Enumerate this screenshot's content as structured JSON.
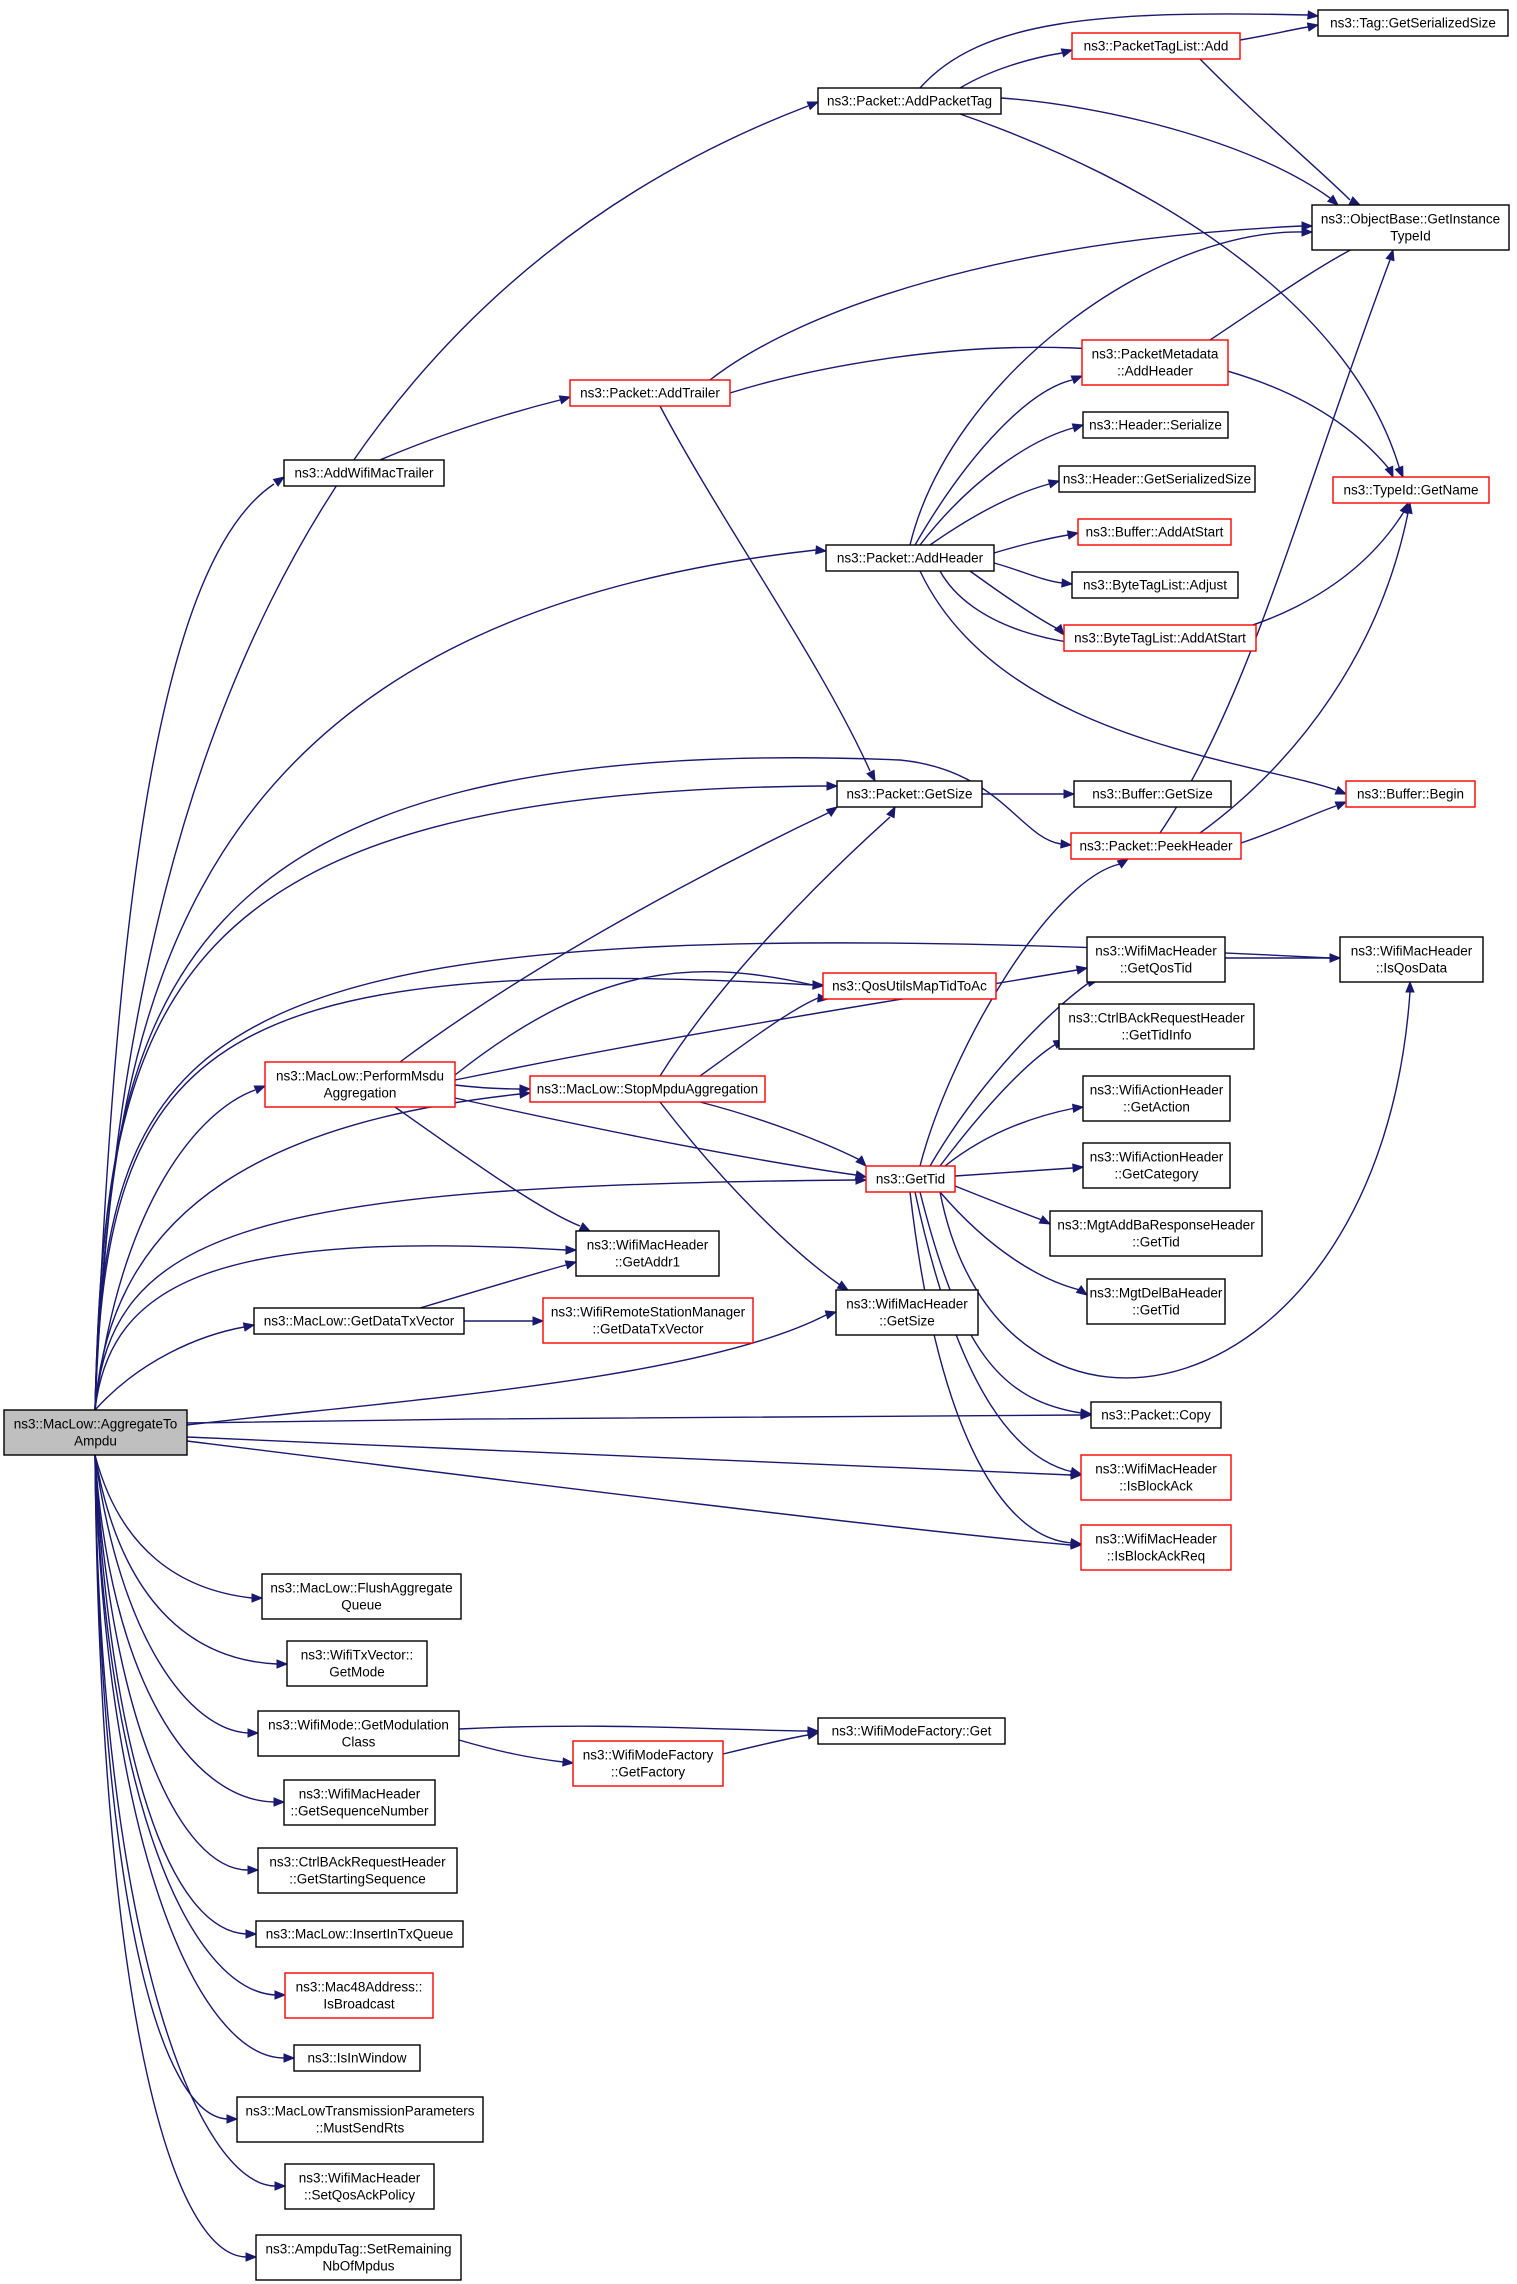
{
  "graph": {
    "root_label": "ns3::MacLow::AggregateToAmpdu",
    "nodes": [
      {
        "id": "root",
        "lines": [
          "ns3::MacLow::AggregateTo",
          "Ampdu"
        ],
        "style": "root"
      },
      {
        "id": "n1",
        "lines": [
          "ns3::Packet::AddPacketTag"
        ],
        "style": "black"
      },
      {
        "id": "n2",
        "lines": [
          "ns3::PacketTagList::Add"
        ],
        "style": "red"
      },
      {
        "id": "n3",
        "lines": [
          "ns3::Tag::GetSerializedSize"
        ],
        "style": "black"
      },
      {
        "id": "n4",
        "lines": [
          "ns3::ObjectBase::GetInstance",
          "TypeId"
        ],
        "style": "black"
      },
      {
        "id": "n5",
        "lines": [
          "ns3::PacketMetadata",
          "::AddHeader"
        ],
        "style": "red"
      },
      {
        "id": "n6",
        "lines": [
          "ns3::Packet::AddTrailer"
        ],
        "style": "red"
      },
      {
        "id": "n7",
        "lines": [
          "ns3::AddWifiMacTrailer"
        ],
        "style": "black"
      },
      {
        "id": "n8",
        "lines": [
          "ns3::Header::Serialize"
        ],
        "style": "black"
      },
      {
        "id": "n9",
        "lines": [
          "ns3::Header::GetSerializedSize"
        ],
        "style": "black"
      },
      {
        "id": "n10",
        "lines": [
          "ns3::TypeId::GetName"
        ],
        "style": "red"
      },
      {
        "id": "n11",
        "lines": [
          "ns3::Buffer::AddAtStart"
        ],
        "style": "red"
      },
      {
        "id": "n12",
        "lines": [
          "ns3::Packet::AddHeader"
        ],
        "style": "black"
      },
      {
        "id": "n13",
        "lines": [
          "ns3::ByteTagList::Adjust"
        ],
        "style": "black"
      },
      {
        "id": "n14",
        "lines": [
          "ns3::ByteTagList::AddAtStart"
        ],
        "style": "red"
      },
      {
        "id": "n15",
        "lines": [
          "ns3::Packet::GetSize"
        ],
        "style": "black"
      },
      {
        "id": "n16",
        "lines": [
          "ns3::Buffer::GetSize"
        ],
        "style": "black"
      },
      {
        "id": "n17",
        "lines": [
          "ns3::Buffer::Begin"
        ],
        "style": "red"
      },
      {
        "id": "n18",
        "lines": [
          "ns3::Packet::PeekHeader"
        ],
        "style": "red"
      },
      {
        "id": "n19",
        "lines": [
          "ns3::WifiMacHeader",
          "::GetQosTid"
        ],
        "style": "black"
      },
      {
        "id": "n20",
        "lines": [
          "ns3::WifiMacHeader",
          "::IsQosData"
        ],
        "style": "black"
      },
      {
        "id": "n21",
        "lines": [
          "ns3::QosUtilsMapTidToAc"
        ],
        "style": "red"
      },
      {
        "id": "n22",
        "lines": [
          "ns3::CtrlBAckRequestHeader",
          "::GetTidInfo"
        ],
        "style": "black"
      },
      {
        "id": "n23",
        "lines": [
          "ns3::MacLow::PerformMsdu",
          "Aggregation"
        ],
        "style": "red"
      },
      {
        "id": "n24",
        "lines": [
          "ns3::MacLow::StopMpduAggregation"
        ],
        "style": "red"
      },
      {
        "id": "n25",
        "lines": [
          "ns3::WifiActionHeader",
          "::GetAction"
        ],
        "style": "black"
      },
      {
        "id": "n26",
        "lines": [
          "ns3::WifiActionHeader",
          "::GetCategory"
        ],
        "style": "black"
      },
      {
        "id": "n27",
        "lines": [
          "ns3::GetTid"
        ],
        "style": "red"
      },
      {
        "id": "n28",
        "lines": [
          "ns3::MgtAddBaResponseHeader",
          "::GetTid"
        ],
        "style": "black"
      },
      {
        "id": "n29",
        "lines": [
          "ns3::WifiMacHeader",
          "::GetAddr1"
        ],
        "style": "black"
      },
      {
        "id": "n30",
        "lines": [
          "ns3::MgtDelBaHeader",
          "::GetTid"
        ],
        "style": "black"
      },
      {
        "id": "n31",
        "lines": [
          "ns3::MacLow::GetDataTxVector"
        ],
        "style": "black"
      },
      {
        "id": "n32",
        "lines": [
          "ns3::WifiRemoteStationManager",
          "::GetDataTxVector"
        ],
        "style": "red"
      },
      {
        "id": "n33",
        "lines": [
          "ns3::WifiMacHeader",
          "::GetSize"
        ],
        "style": "black"
      },
      {
        "id": "n34",
        "lines": [
          "ns3::Packet::Copy"
        ],
        "style": "black"
      },
      {
        "id": "n35",
        "lines": [
          "ns3::WifiMacHeader",
          "::IsBlockAck"
        ],
        "style": "red"
      },
      {
        "id": "n36",
        "lines": [
          "ns3::WifiMacHeader",
          "::IsBlockAckReq"
        ],
        "style": "red"
      },
      {
        "id": "n37",
        "lines": [
          "ns3::MacLow::FlushAggregate",
          "Queue"
        ],
        "style": "black"
      },
      {
        "id": "n38",
        "lines": [
          "ns3::WifiTxVector::",
          "GetMode"
        ],
        "style": "black"
      },
      {
        "id": "n39",
        "lines": [
          "ns3::WifiMode::GetModulation",
          "Class"
        ],
        "style": "black"
      },
      {
        "id": "n40",
        "lines": [
          "ns3::WifiModeFactory::Get"
        ],
        "style": "black"
      },
      {
        "id": "n41",
        "lines": [
          "ns3::WifiModeFactory",
          "::GetFactory"
        ],
        "style": "red"
      },
      {
        "id": "n42",
        "lines": [
          "ns3::WifiMacHeader",
          "::GetSequenceNumber"
        ],
        "style": "black"
      },
      {
        "id": "n43",
        "lines": [
          "ns3::CtrlBAckRequestHeader",
          "::GetStartingSequence"
        ],
        "style": "black"
      },
      {
        "id": "n44",
        "lines": [
          "ns3::MacLow::InsertInTxQueue"
        ],
        "style": "black"
      },
      {
        "id": "n45",
        "lines": [
          "ns3::Mac48Address::",
          "IsBroadcast"
        ],
        "style": "red"
      },
      {
        "id": "n46",
        "lines": [
          "ns3::IsInWindow"
        ],
        "style": "black"
      },
      {
        "id": "n47",
        "lines": [
          "ns3::MacLowTransmissionParameters",
          "::MustSendRts"
        ],
        "style": "black"
      },
      {
        "id": "n48",
        "lines": [
          "ns3::WifiMacHeader",
          "::SetQosAckPolicy"
        ],
        "style": "black"
      },
      {
        "id": "n49",
        "lines": [
          "ns3::AmpduTag::SetRemaining",
          "NbOfMpdus"
        ],
        "style": "black"
      }
    ],
    "colors": {
      "edge": "#191970",
      "box_border": "#000000",
      "box_border_truncated": "#ff0000",
      "root_fill": "#bfbfbf",
      "box_fill": "#ffffff"
    }
  }
}
